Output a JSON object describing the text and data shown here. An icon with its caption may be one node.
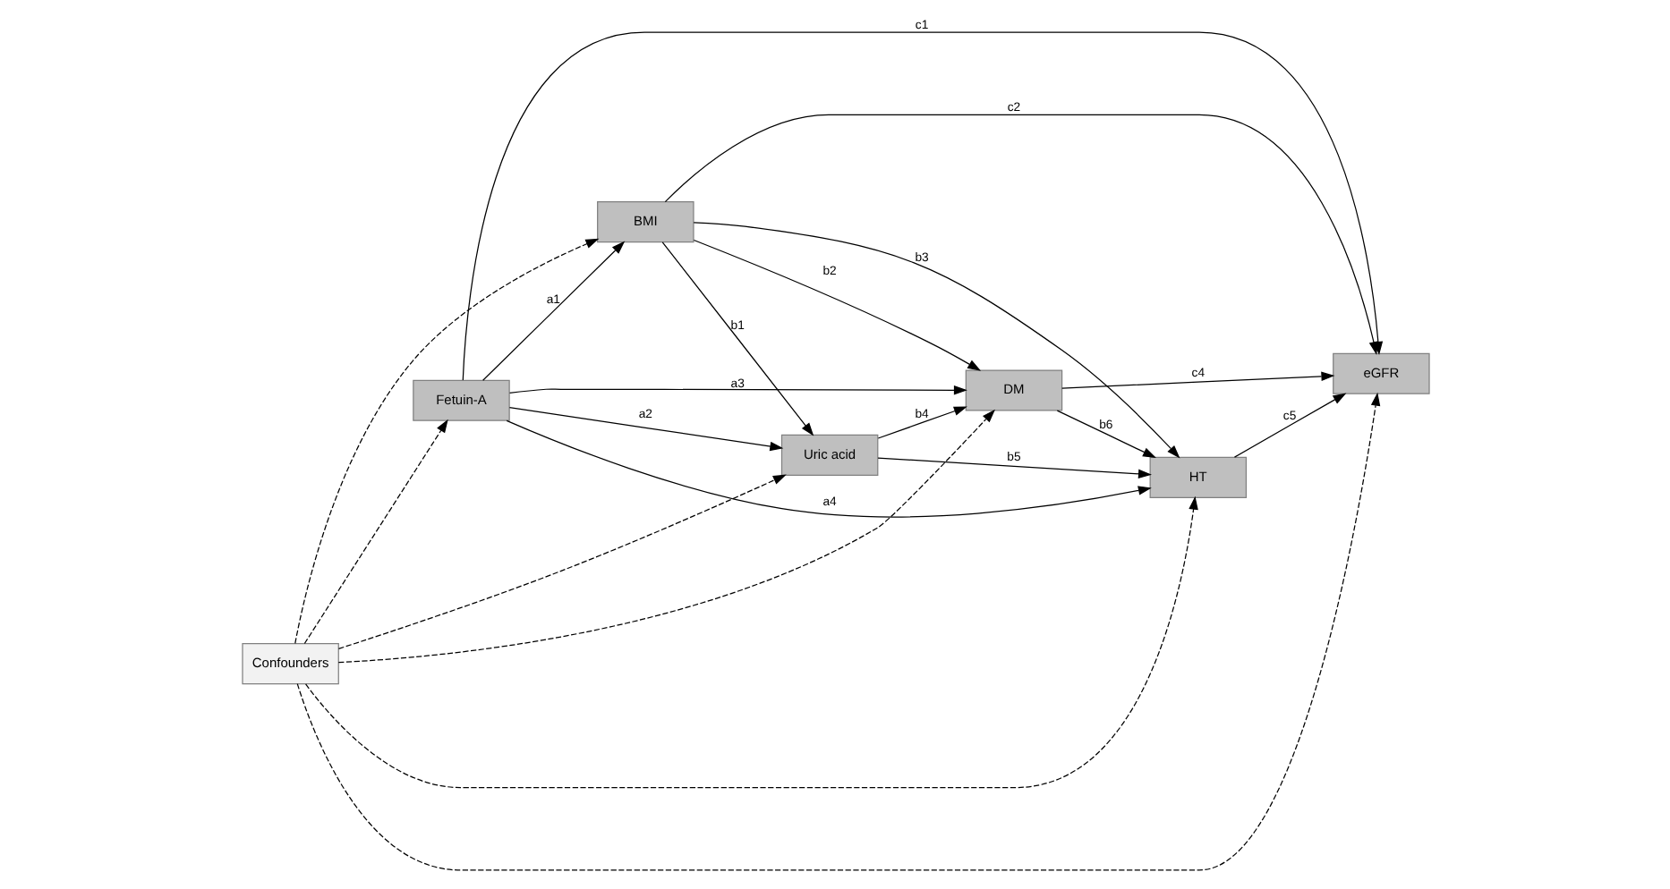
{
  "diagram": {
    "nodes": [
      {
        "text": [
          "Confounders"
        ]
      },
      {
        "text": [
          "BMI"
        ]
      },
      {
        "text": [
          "Fetuin-A"
        ]
      },
      {
        "text": [
          "eGFR"
        ]
      },
      {
        "text": [
          "Uric acid"
        ]
      },
      {
        "text": [
          "HT"
        ]
      },
      {
        "text": [
          "DM"
        ]
      }
    ],
    "edges": [
      {
        "from": 0,
        "to": 2,
        "arrow": "to",
        "style": "dashed"
      },
      {
        "from": 0,
        "to": 1,
        "arrow": "to",
        "style": "dashed"
      },
      {
        "from": 0,
        "to": 4,
        "arrow": "to",
        "style": "dashed"
      },
      {
        "from": 0,
        "to": 6,
        "arrow": "to",
        "style": "dashed"
      },
      {
        "from": 0,
        "to": 5,
        "arrow": "to",
        "style": "dashed"
      },
      {
        "from": 0,
        "to": 3,
        "arrow": "to",
        "style": "dashed"
      },
      {
        "from": 2,
        "to": 1,
        "arrow": "to",
        "label": "a1"
      },
      {
        "from": 2,
        "to": 3,
        "arrow": "to",
        "label": "c1"
      },
      {
        "from": 2,
        "to": 4,
        "arrow": "to",
        "label": "a2"
      },
      {
        "from": 2,
        "to": 6,
        "arrow": "to",
        "label": "a3"
      },
      {
        "from": 2,
        "to": 5,
        "arrow": "to",
        "label": "a4"
      },
      {
        "from": 1,
        "to": 3,
        "arrow": "to",
        "label": "c2"
      },
      {
        "from": 1,
        "to": 4,
        "arrow": "to",
        "label": "b1"
      },
      {
        "from": 1,
        "to": 6,
        "arrow": "to",
        "label": "b2"
      },
      {
        "from": 1,
        "to": 5,
        "arrow": "to",
        "label": "b3"
      },
      {
        "from": 4,
        "to": 5,
        "arrow": "to",
        "label": "b5"
      },
      {
        "from": 4,
        "to": 6,
        "arrow": "to",
        "label": "b4"
      },
      {
        "from": 6,
        "to": 5,
        "arrow": "to",
        "label": "b6"
      },
      {
        "from": 6,
        "to": 3,
        "arrow": "to",
        "label": "c4"
      },
      {
        "from": 5,
        "to": 3,
        "arrow": "to",
        "label": "c5"
      }
    ]
  }
}
